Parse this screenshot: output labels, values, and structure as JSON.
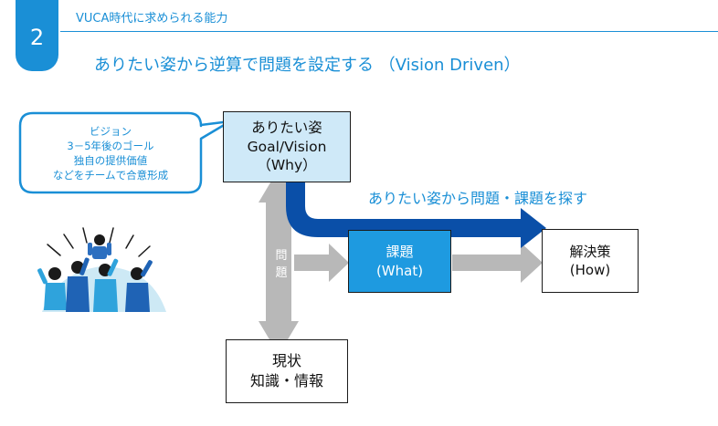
{
  "header": {
    "slide_number": "2",
    "section_label": "VUCA時代に求められる能力",
    "title": "ありたい姿から逆算で問題を設定する （Vision Driven）"
  },
  "diagram": {
    "vision_box": {
      "line1": "ありたい姿",
      "line2": "Goal/Vision",
      "line3": "（Why）"
    },
    "callout": {
      "lines": [
        "ビジョン",
        "3－5年後のゴール",
        "独自の提供価値",
        "などをチームで合意形成"
      ]
    },
    "flow_label": "ありたい姿から問題・課題を探す",
    "task_box": {
      "line1": "課題",
      "line2": "(What)"
    },
    "solution_box": {
      "line1": "解決策",
      "line2": "(How)"
    },
    "problem_label": {
      "char1": "問",
      "char2": "題"
    },
    "current_box": {
      "line1": "現状",
      "line2": "知識・情報"
    },
    "illustration": {
      "icon": "cheering-team-illustration"
    },
    "colors": {
      "accent": "#1a8fd6",
      "dark_arrow": "#0a4fa8",
      "task_fill": "#1e9ae0",
      "vision_fill": "#cfe9f8",
      "gray_arrow": "#b8b8b8"
    }
  }
}
